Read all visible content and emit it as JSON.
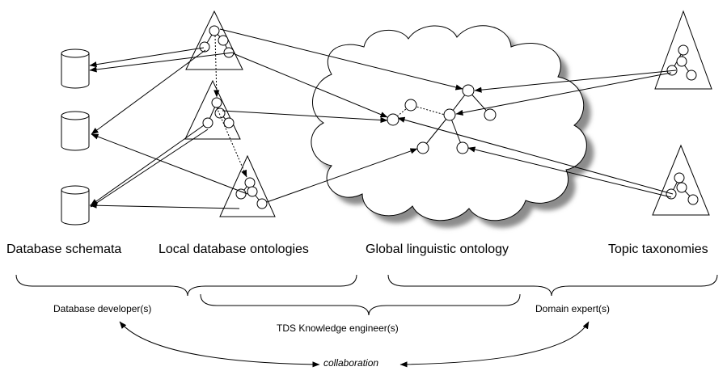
{
  "groups": {
    "database_schemata": "Database schemata",
    "local_ontologies": "Local database ontologies",
    "global_ontology": "Global linguistic ontology",
    "topic_taxonomies": "Topic taxonomies"
  },
  "roles": {
    "database_developer": "Database developer(s)",
    "knowledge_engineer": "TDS Knowledge engineer(s)",
    "domain_expert": "Domain expert(s)"
  },
  "collaboration": "collaboration",
  "colors": {
    "stroke": "#000000",
    "cloud_fill": "#ffffff",
    "cloud_shadow": "#8c8c8c",
    "background": "#ffffff"
  }
}
